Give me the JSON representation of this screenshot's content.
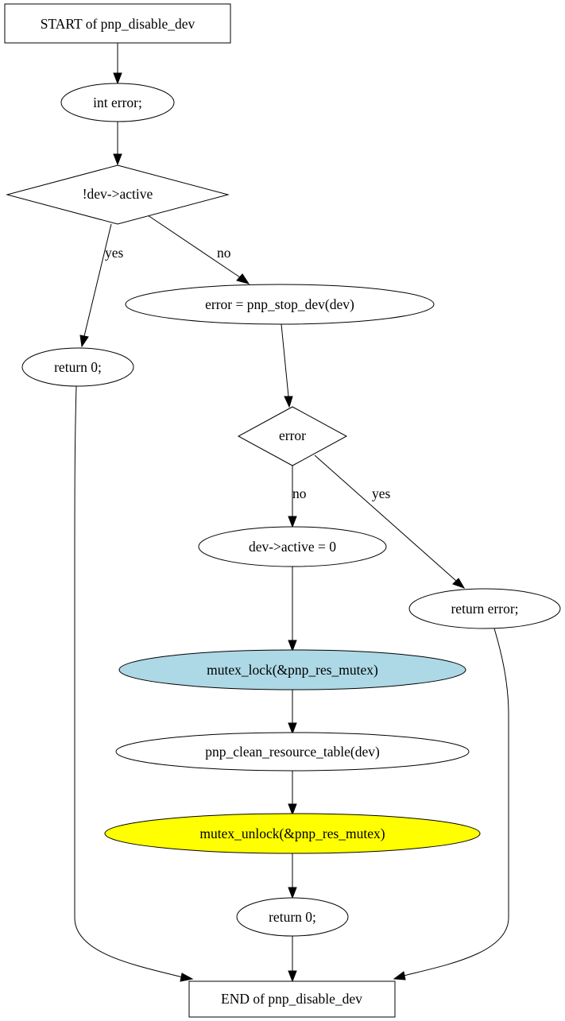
{
  "colors": {
    "background": "#ffffff",
    "default_fill": "#ffffff",
    "lock_fill": "#add8e6",
    "unlock_fill": "#ffff00",
    "stroke": "#000000"
  },
  "nodes": {
    "start": "START of pnp_disable_dev",
    "declare": "int error;",
    "check_active": "!dev->active",
    "return_zero_early": "return 0;",
    "stop_dev": "error = pnp_stop_dev(dev)",
    "check_error": "error",
    "set_inactive": "dev->active = 0",
    "return_error": "return error;",
    "mutex_lock": "mutex_lock(&pnp_res_mutex)",
    "clean_table": "pnp_clean_resource_table(dev)",
    "mutex_unlock": "mutex_unlock(&pnp_res_mutex)",
    "return_zero": "return 0;",
    "end": "END of pnp_disable_dev"
  },
  "edge_labels": {
    "active_yes": "yes",
    "active_no": "no",
    "error_no": "no",
    "error_yes": "yes"
  }
}
